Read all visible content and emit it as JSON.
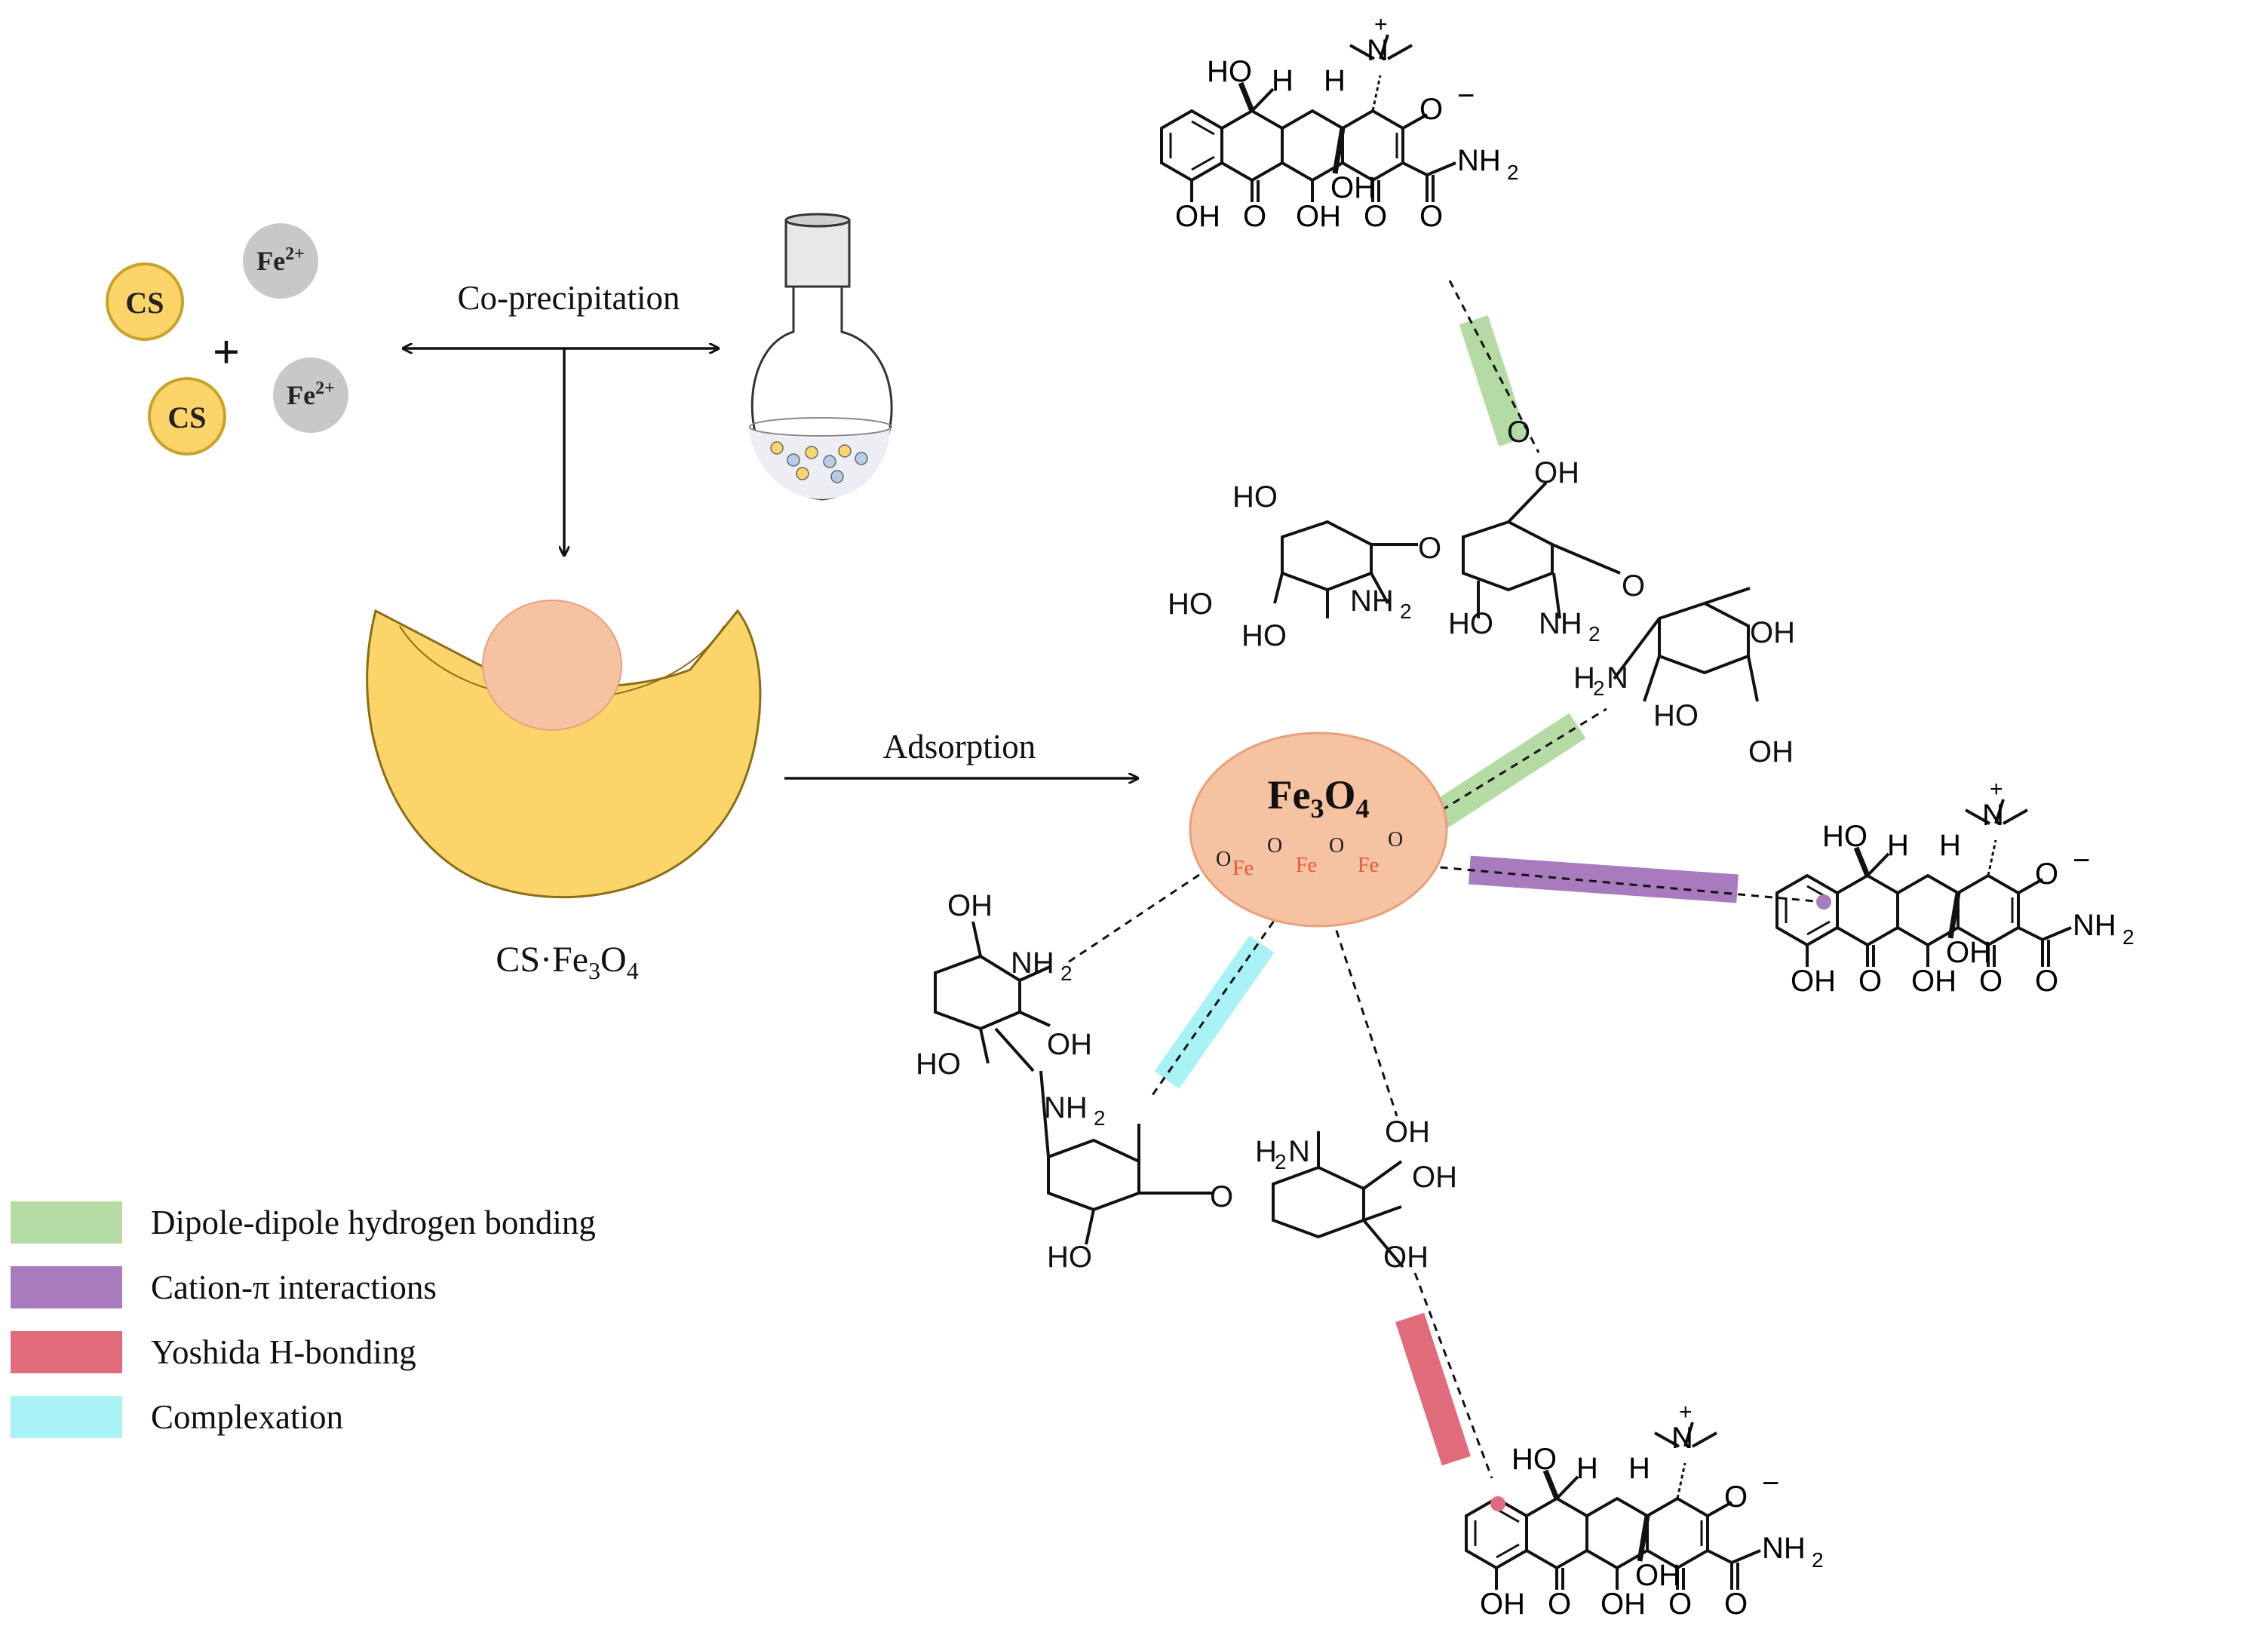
{
  "reactants": {
    "cs_label": "CS",
    "fe_label": "Fe",
    "fe_charge": "2+",
    "plus_sign": "+"
  },
  "process": {
    "coprecipitation_label": "Co-precipitation",
    "adsorption_label": "Adsorption"
  },
  "product": {
    "label_prefix": "CS·Fe",
    "label_sub1": "3",
    "label_mid": "O",
    "label_sub2": "4"
  },
  "nanoparticle": {
    "label_prefix": "Fe",
    "label_sub1": "3",
    "label_mid": "O",
    "label_sub2": "4",
    "surface_atoms": [
      "O",
      "Fe",
      "O",
      "Fe",
      "O",
      "Fe",
      "O"
    ]
  },
  "molecule_labels": {
    "oh": "OH",
    "ho": "HO",
    "nh2": "NH",
    "h2n": "H",
    "n_plus": "N",
    "plus": "+",
    "minus": "−",
    "o": "O",
    "h": "H",
    "two": "2"
  },
  "legend": {
    "items": [
      {
        "label": "Dipole-dipole hydrogen bonding",
        "color": "#b5dba4"
      },
      {
        "label": "Cation-π interactions",
        "color": "#a77bbd"
      },
      {
        "label": "Yoshida H-bonding",
        "color": "#e06b7b"
      },
      {
        "label": "Complexation",
        "color": "#a9f3f7"
      }
    ]
  },
  "colors": {
    "cs_fill": "#fcd56a",
    "cs_stroke": "#c9a227",
    "fe_fill": "#c8c8c8",
    "fe3o4_fill": "#f6c3a2",
    "fe3o4_stroke": "#e9a07a",
    "fe_atom": "#e8573a",
    "pacman_fill": "#fcd56a",
    "pacman_stroke": "#8a6d14",
    "flask_stroke": "#333333"
  }
}
